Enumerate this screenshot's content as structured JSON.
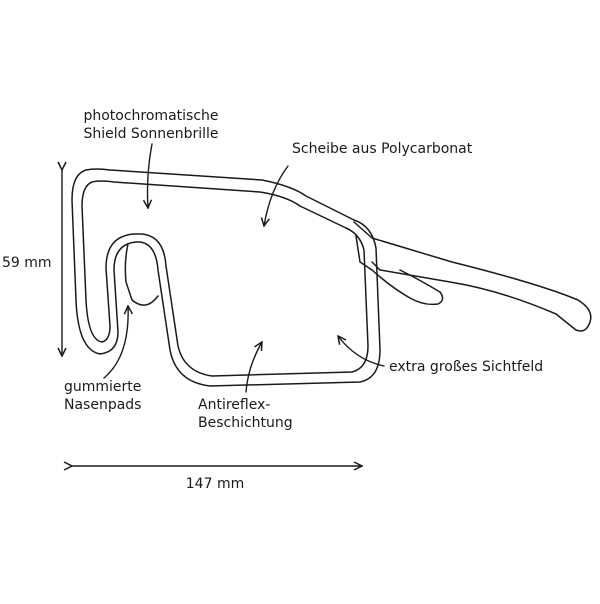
{
  "labels": {
    "photochromic_line1": "photochromatische",
    "photochromic_line2": "Shield Sonnenbrille",
    "lens_material": "Scheibe aus Polycarbonat",
    "height": "59 mm",
    "field_of_view": "extra großes Sichtfeld",
    "nose_pads_line1": "gummierte",
    "nose_pads_line2": "Nasenpads",
    "coating_line1": "Antireflex-",
    "coating_line2": "Beschichtung",
    "width": "147 mm"
  },
  "colors": {
    "line": "#1a1a1a",
    "background": "#ffffff"
  }
}
